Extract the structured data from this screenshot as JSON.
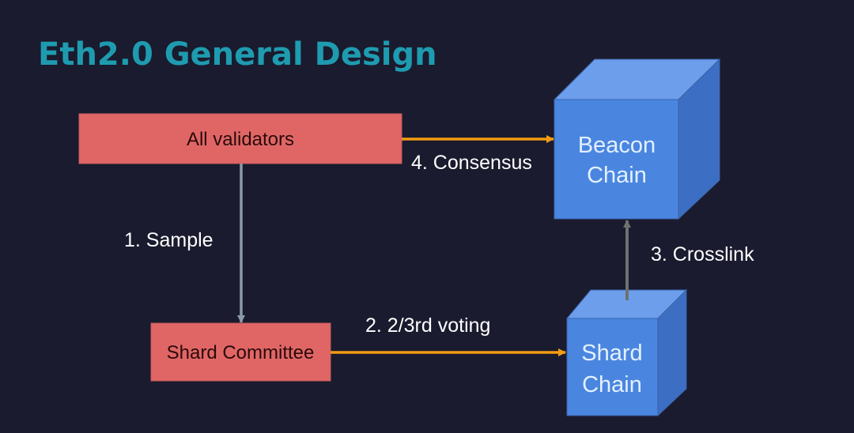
{
  "title": "Eth2.0 General Design",
  "nodes": {
    "all_validators": "All validators",
    "shard_committee": "Shard Committee",
    "beacon_chain": [
      "Beacon",
      "Chain"
    ],
    "shard_chain": [
      "Shard",
      "Chain"
    ]
  },
  "edges": {
    "sample": "1. Sample",
    "voting": "2. 2/3rd voting",
    "crosslink": "3. Crosslink",
    "consensus": "4. Consensus"
  },
  "colors": {
    "background": "#1a1b2e",
    "title": "#1f9bb0",
    "box": "#e06666",
    "cube_front": "#4a86e0",
    "cube_top": "#6d9eeb",
    "cube_side": "#3c6fc4",
    "orange_arrow": "#f39c12",
    "gray_arrow": "#8a9aa8"
  }
}
